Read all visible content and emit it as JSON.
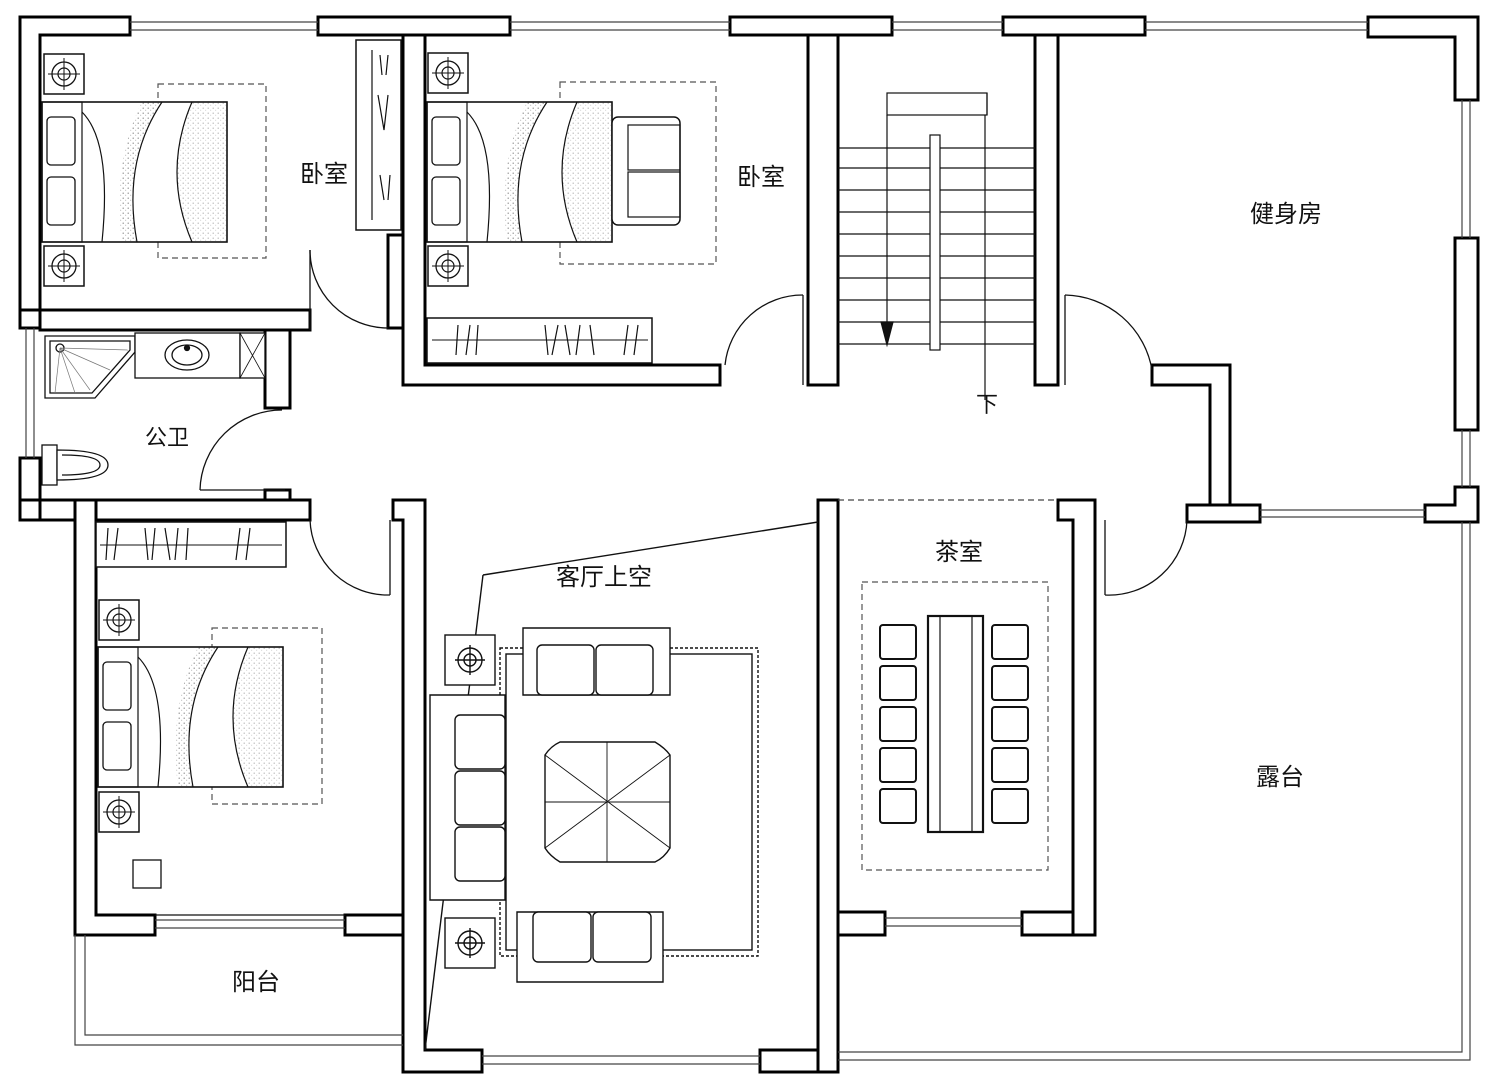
{
  "rooms": {
    "bedroom_nw": "卧室",
    "bedroom_n": "卧室",
    "bathroom": "公卫",
    "stair_label": "下",
    "gym": "健身房",
    "living_void": "客厅上空",
    "tea_room": "茶室",
    "balcony": "阳台",
    "terrace": "露台"
  }
}
